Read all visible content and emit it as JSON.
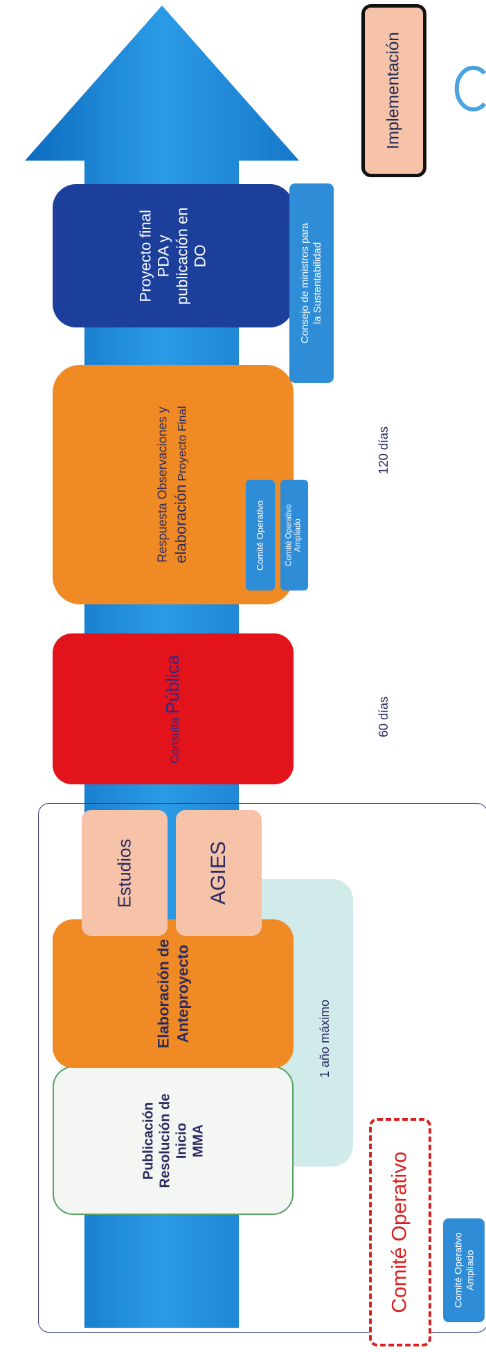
{
  "stages": {
    "publicacion": "Publicación\nResolución de\nInicio\nMMA",
    "elaboracion": "Elaboración de\nAnteproyecto",
    "estudios": "Estudios",
    "agies": "AGIES",
    "consulta_a": "Consulta ",
    "consulta_b": "Pública",
    "respuesta_a": "Respuesta Observaciones y",
    "respuesta_b": "elaboración",
    "respuesta_c": " Proyecto Final",
    "proyecto_final": "Proyecto final\nPDA y\npublicación en\nDO"
  },
  "committees": {
    "consejo": "Consejo de ministros para\nla Sustentabilidad",
    "comite_operativo_small": "Comité Operativo",
    "comite_operativo_ampliado_mid": "Comité Operativo\nAmpliado",
    "comite_operativo_big": "Comité Operativo",
    "comite_operativo_ampliado_bottom": "Comité Operativo\nAmpliado"
  },
  "durations": {
    "one_year": "1 año máximo",
    "sixty_days": "60 días",
    "onetwenty_days": "120 días"
  },
  "implementacion": "Implementación",
  "colors": {
    "arrow": "#1f8ad8",
    "publicacion_bg": "#f4f6f4",
    "orange": "#f08a24",
    "salmon": "#f6c3a8",
    "red": "#e3131b",
    "navy": "#1c3f9c",
    "committee_blue": "#2f8cd6",
    "dashed_red": "#d9201f"
  }
}
